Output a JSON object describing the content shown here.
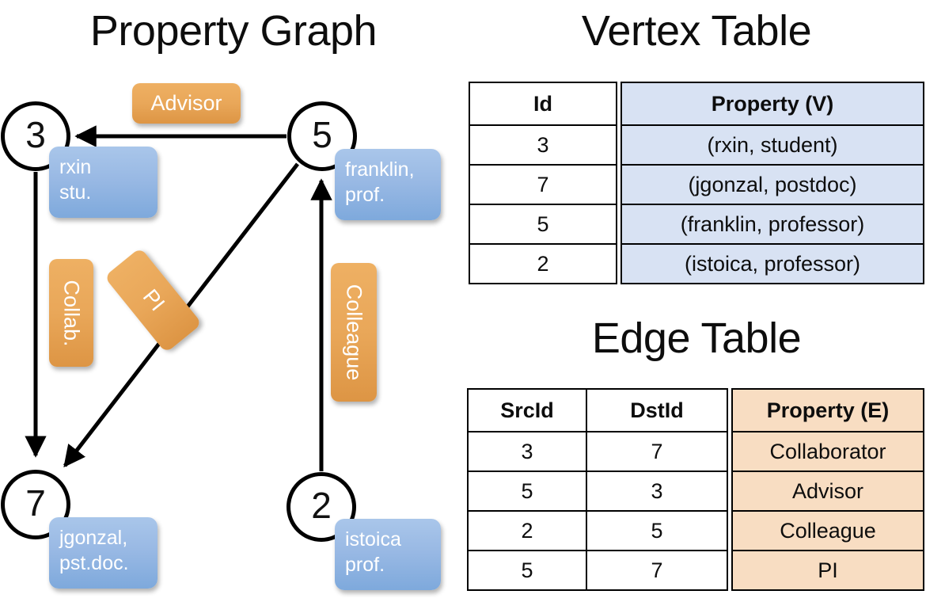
{
  "titles": {
    "property_graph": "Property Graph",
    "vertex_table": "Vertex Table",
    "edge_table": "Edge Table"
  },
  "colors": {
    "vertex_property_fill": "#d8e2f3",
    "edge_property_fill": "#f8ddc2",
    "node_box_blue": "#99b9e4",
    "edge_label_orange": "#e9a759",
    "stroke": "#000000",
    "text": "#0d0d0d"
  },
  "graph": {
    "nodes": [
      {
        "id": "3",
        "label": "3",
        "property_line1": "rxin",
        "property_line2": "stu."
      },
      {
        "id": "5",
        "label": "5",
        "property_line1": "franklin,",
        "property_line2": "prof."
      },
      {
        "id": "7",
        "label": "7",
        "property_line1": "jgonzal,",
        "property_line2": "pst.doc."
      },
      {
        "id": "2",
        "label": "2",
        "property_line1": "istoica",
        "property_line2": "prof."
      }
    ],
    "edge_labels": [
      {
        "name": "advisor",
        "text": "Advisor",
        "orientation": "horizontal"
      },
      {
        "name": "collab",
        "text": "Collab.",
        "orientation": "vertical"
      },
      {
        "name": "pi",
        "text": "PI",
        "orientation": "vertical-rotated"
      },
      {
        "name": "colleague",
        "text": "Colleague",
        "orientation": "vertical"
      }
    ]
  },
  "vertex_table": {
    "headers": [
      "Id",
      "Property (V)"
    ],
    "rows": [
      {
        "id": "3",
        "property": "(rxin, student)"
      },
      {
        "id": "7",
        "property": "(jgonzal, postdoc)"
      },
      {
        "id": "5",
        "property": "(franklin, professor)"
      },
      {
        "id": "2",
        "property": "(istoica, professor)"
      }
    ]
  },
  "edge_table": {
    "headers": [
      "SrcId",
      "DstId",
      "Property (E)"
    ],
    "rows": [
      {
        "src": "3",
        "dst": "7",
        "property": "Collaborator"
      },
      {
        "src": "5",
        "dst": "3",
        "property": "Advisor"
      },
      {
        "src": "2",
        "dst": "5",
        "property": "Colleague"
      },
      {
        "src": "5",
        "dst": "7",
        "property": "PI"
      }
    ]
  }
}
